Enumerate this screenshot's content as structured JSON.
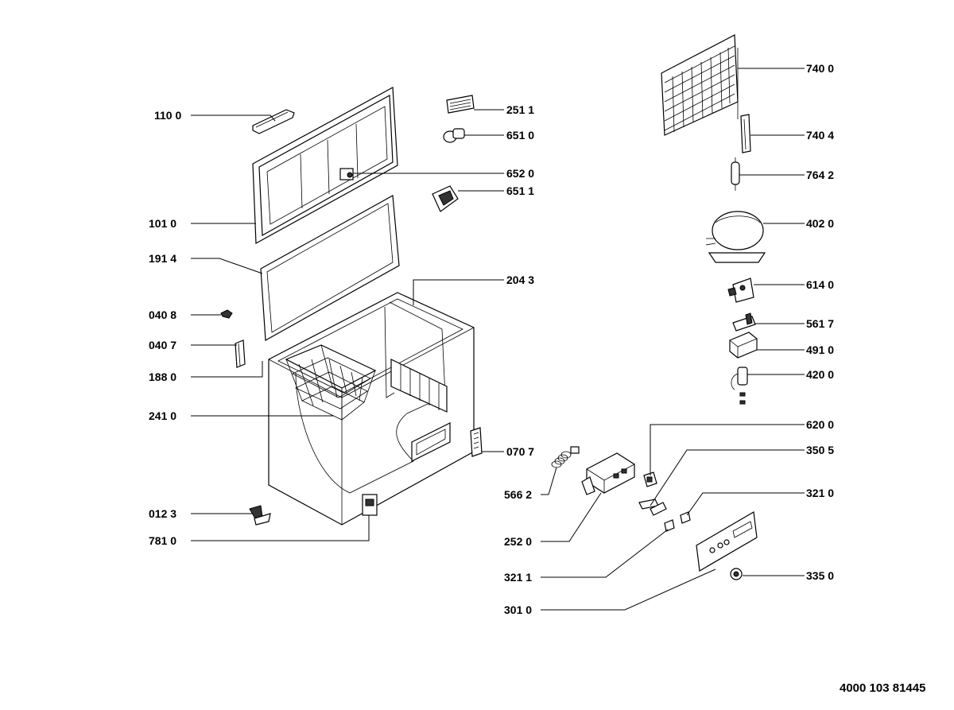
{
  "document_number": "4000 103 81445",
  "callouts": {
    "c1100": "110 0",
    "c1010": "101 0",
    "c1914": "191 4",
    "c0408": "040 8",
    "c0407": "040 7",
    "c1880": "188 0",
    "c2410": "241 0",
    "c0123": "012 3",
    "c7810": "781 0",
    "c2511": "251 1",
    "c6510": "651 0",
    "c6520": "652 0",
    "c6511": "651 1",
    "c2043": "204 3",
    "c0707": "070 7",
    "c5662": "566 2",
    "c2520": "252 0",
    "c3211": "321 1",
    "c3010": "301 0",
    "c7400": "740 0",
    "c7404": "740 4",
    "c7642": "764 2",
    "c4020": "402 0",
    "c6140": "614 0",
    "c5617": "561 7",
    "c4910": "491 0",
    "c4200": "420 0",
    "c6200": "620 0",
    "c3505": "350 5",
    "c3210": "321 0",
    "c3350": "335 0"
  }
}
